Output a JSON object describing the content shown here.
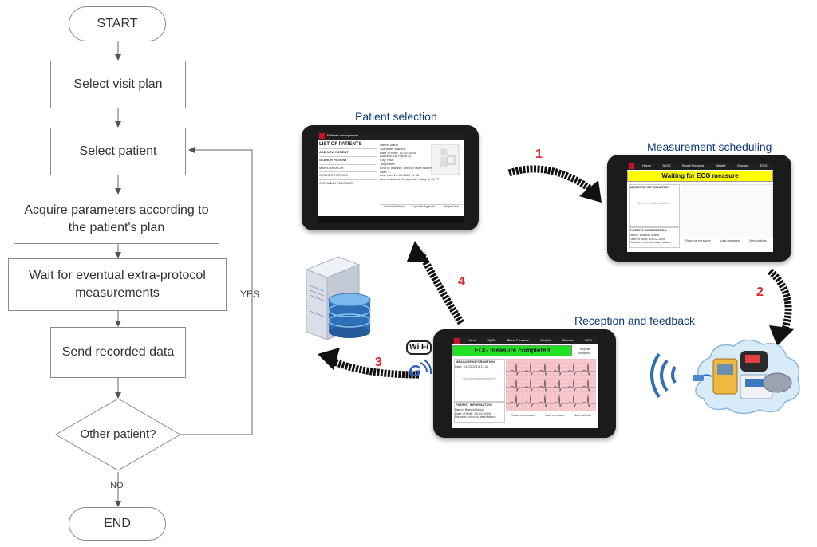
{
  "flowchart": {
    "start": "START",
    "step1": "Select visit plan",
    "step2": "Select patient",
    "step3": "Acquire parameters according to the patient's plan",
    "step4": "Wait for eventual extra-protocol measurements",
    "step5": "Send recorded data",
    "decision": "Other patient?",
    "yes": "YES",
    "no": "NO",
    "end": "END"
  },
  "labels": {
    "patient_selection": "Patient selection",
    "measurement_scheduling": "Measurement scheduling",
    "reception_feedback": "Reception and feedback"
  },
  "steps": {
    "n1": "1",
    "n2": "2",
    "n3": "3",
    "n4": "4"
  },
  "wifi": "Wi Fi",
  "g_badge": "G",
  "tablet1": {
    "title": "Patients management",
    "list_header": "LIST OF PATIENTS",
    "add": "ADD NEW PATIENT",
    "search": "SEARCH PATIENT",
    "patients": [
      "MARIO BIANCHI",
      "GIORGIO FERRARI",
      "GIOVANNA COLOMBO"
    ],
    "details": [
      "Name: Mario",
      "Surname: Bianchi",
      "Date of Birth: 10-02-1945",
      "Address: via Roma 10",
      "City: Pisa",
      "Telephone:",
      "Kind of disease: chronic heart failure",
      "Note: --",
      "Last visit: 24-03-2015 11:36",
      "Last update of the agenda: today at 16:77"
    ],
    "buttons": [
      "Delete Patient",
      "Update Agenda",
      "Begin Visit"
    ]
  },
  "tablet2": {
    "menu": [
      "Home",
      "SpO2",
      "Blood Pressure",
      "Weight",
      "Glucose",
      "ECG"
    ],
    "banner": "Waiting for ECG measure",
    "measure_info": "MEASURE INFORMATION",
    "no_data": "No other data available",
    "patient_info": "PATIENT INFORMATION",
    "patient_lines": [
      "Name: Bianchi Mario",
      "Date of Birth: 10-02-1945",
      "Disease: chronic heart failure"
    ],
    "footer": [
      "Resume measure",
      "Last measure",
      "Next activity"
    ]
  },
  "tablet3": {
    "menu": [
      "Home",
      "SpO2",
      "Blood Pressure",
      "Weight",
      "Glucose",
      "ECG"
    ],
    "banner": "ECG measure completed",
    "repeat": "Repeat Measure",
    "measure_info": "MEASURE INFORMATION",
    "date": "Date: 24-03-2015 11:36",
    "no_data": "No other data available",
    "patient_info": "PATIENT INFORMATION",
    "patient_lines": [
      "Name: Bianchi Mario",
      "Date of Birth: 10-02-1945",
      "Disease: chronic heart failure"
    ],
    "footer": [
      "Resume measure",
      "Last measure",
      "Next activity"
    ]
  }
}
